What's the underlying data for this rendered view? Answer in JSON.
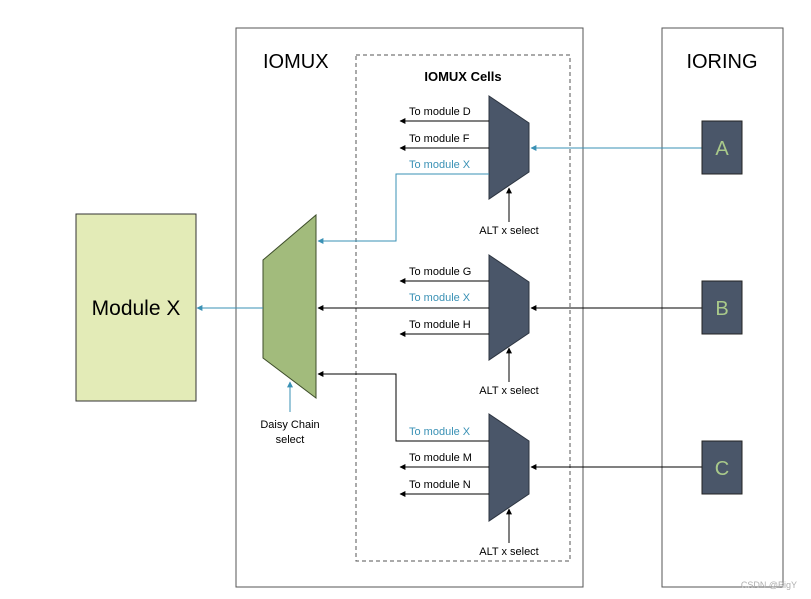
{
  "iomux": {
    "title": "IOMUX",
    "cells_title": "IOMUX Cells"
  },
  "ioring": {
    "title": "IORING",
    "ports": [
      "A",
      "B",
      "C"
    ]
  },
  "module_x": {
    "label": "Module X"
  },
  "daisy_chain": {
    "label_line1": "Daisy Chain",
    "label_line2": "select"
  },
  "cells": [
    {
      "outputs": [
        "To module D",
        "To module F",
        "To module X"
      ],
      "highlight": 2,
      "select_label": "ALT x select"
    },
    {
      "outputs": [
        "To module G",
        "To module X",
        "To module H"
      ],
      "highlight": 1,
      "select_label": "ALT x select"
    },
    {
      "outputs": [
        "To module X",
        "To module M",
        "To module N"
      ],
      "highlight": 0,
      "select_label": "ALT x select"
    }
  ],
  "watermark": "CSDN @BigY",
  "colors": {
    "mux_fill": "#4a5669",
    "daisy_fill": "#a2bb7c",
    "module_fill": "#e3ebb7",
    "highlight": "#3a91b5",
    "port_text": "#a9c98a"
  }
}
